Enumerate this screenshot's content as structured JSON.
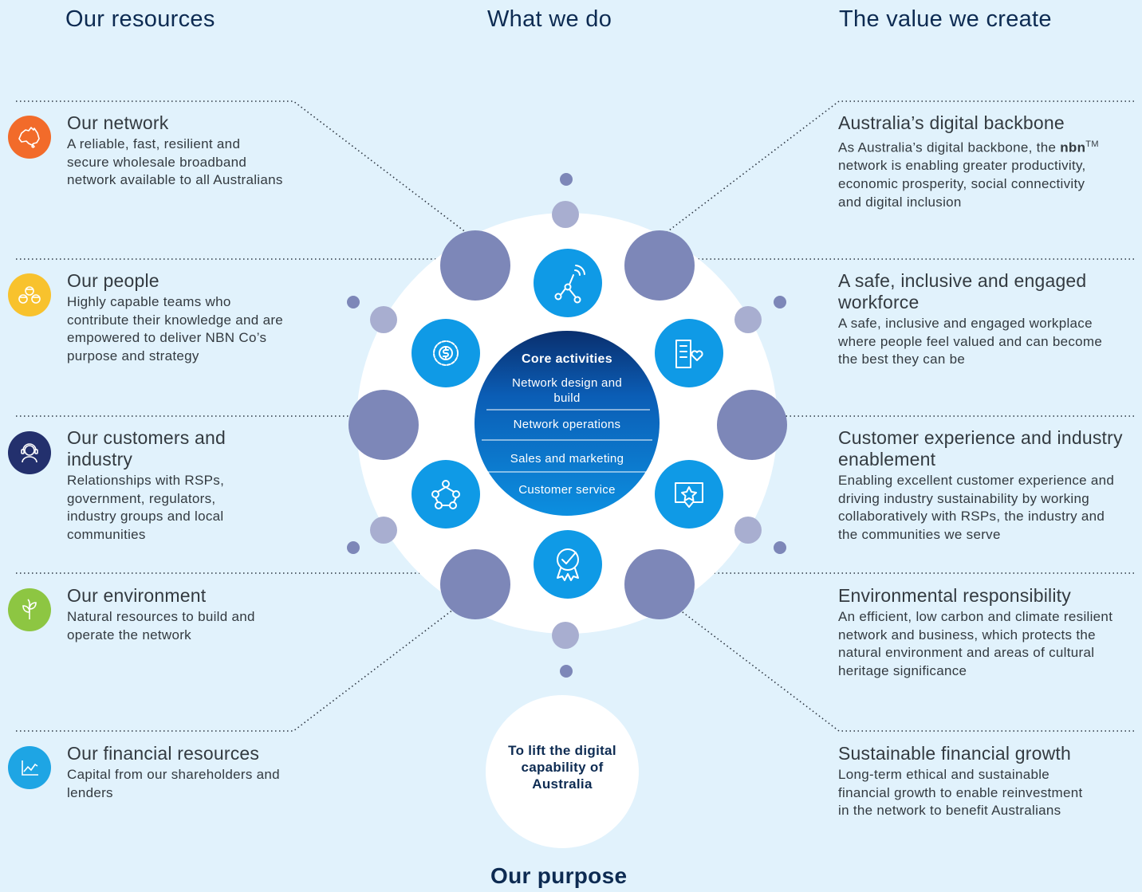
{
  "headers": {
    "resources": "Our resources",
    "what_we_do": "What we do",
    "value": "The value we create",
    "purpose": "Our purpose"
  },
  "resources": [
    {
      "title": "Our network",
      "body": "A reliable, fast, resilient and secure wholesale broadband network available to all Australians",
      "icon": "australia-map-icon",
      "color": "#f26b2a"
    },
    {
      "title": "Our people",
      "body": "Highly capable teams who contribute their knowledge and are empowered to deliver NBN Co’s purpose and strategy",
      "icon": "people-hardhats-icon",
      "color": "#f8c22d"
    },
    {
      "title": "Our customers and industry",
      "body": "Relationships with RSPs, government, regulators, industry groups and local communities",
      "icon": "headset-person-icon",
      "color": "#23306d"
    },
    {
      "title": "Our environment",
      "body": "Natural resources to build and operate the network",
      "icon": "leaf-plant-icon",
      "color": "#8dc642"
    },
    {
      "title": "Our financial resources",
      "body": "Capital from our shareholders and lenders",
      "icon": "line-chart-icon",
      "color": "#1ea5e4"
    }
  ],
  "values": [
    {
      "title": "Australia’s digital backbone",
      "body_pre": "As Australia’s digital backbone, the ",
      "body_bold": "nbn",
      "body_tm": "TM",
      "body_post": " network is enabling greater productivity, economic prosperity, social connectivity and digital inclusion"
    },
    {
      "title": "A safe, inclusive and engaged workforce",
      "body": "A safe, inclusive and engaged workplace where people feel valued and can become the best they can be"
    },
    {
      "title": "Customer experience and industry enablement",
      "body": "Enabling excellent customer experience and driving industry sustainability by working collaboratively with RSPs, the industry and the communities we serve"
    },
    {
      "title": "Environmental responsibility",
      "body": "An efficient, low carbon and climate resilient network and business, which protects the natural environment and areas of cultural heritage significance"
    },
    {
      "title": "Sustainable financial growth",
      "body": "Long-term ethical and sustainable financial growth to enable reinvestment in the network to benefit Australians"
    }
  ],
  "core": {
    "title": "Core activities",
    "items": [
      "Network design and build",
      "Network operations",
      "Sales and marketing",
      "Customer service"
    ]
  },
  "inner_icons": [
    "network-signal-icon",
    "building-heart-icon",
    "speech-star-icon",
    "award-check-icon",
    "people-network-icon",
    "gear-dollar-icon"
  ],
  "purpose": "To lift the digital capability of Australia",
  "colors": {
    "background": "#e1f2fc",
    "heading": "#0d2b52",
    "large_circle": "#7d87b8",
    "inner_icon": "#0f9ae6",
    "core_top": "#0b5db5",
    "core_bottom": "#0a2f6e"
  }
}
